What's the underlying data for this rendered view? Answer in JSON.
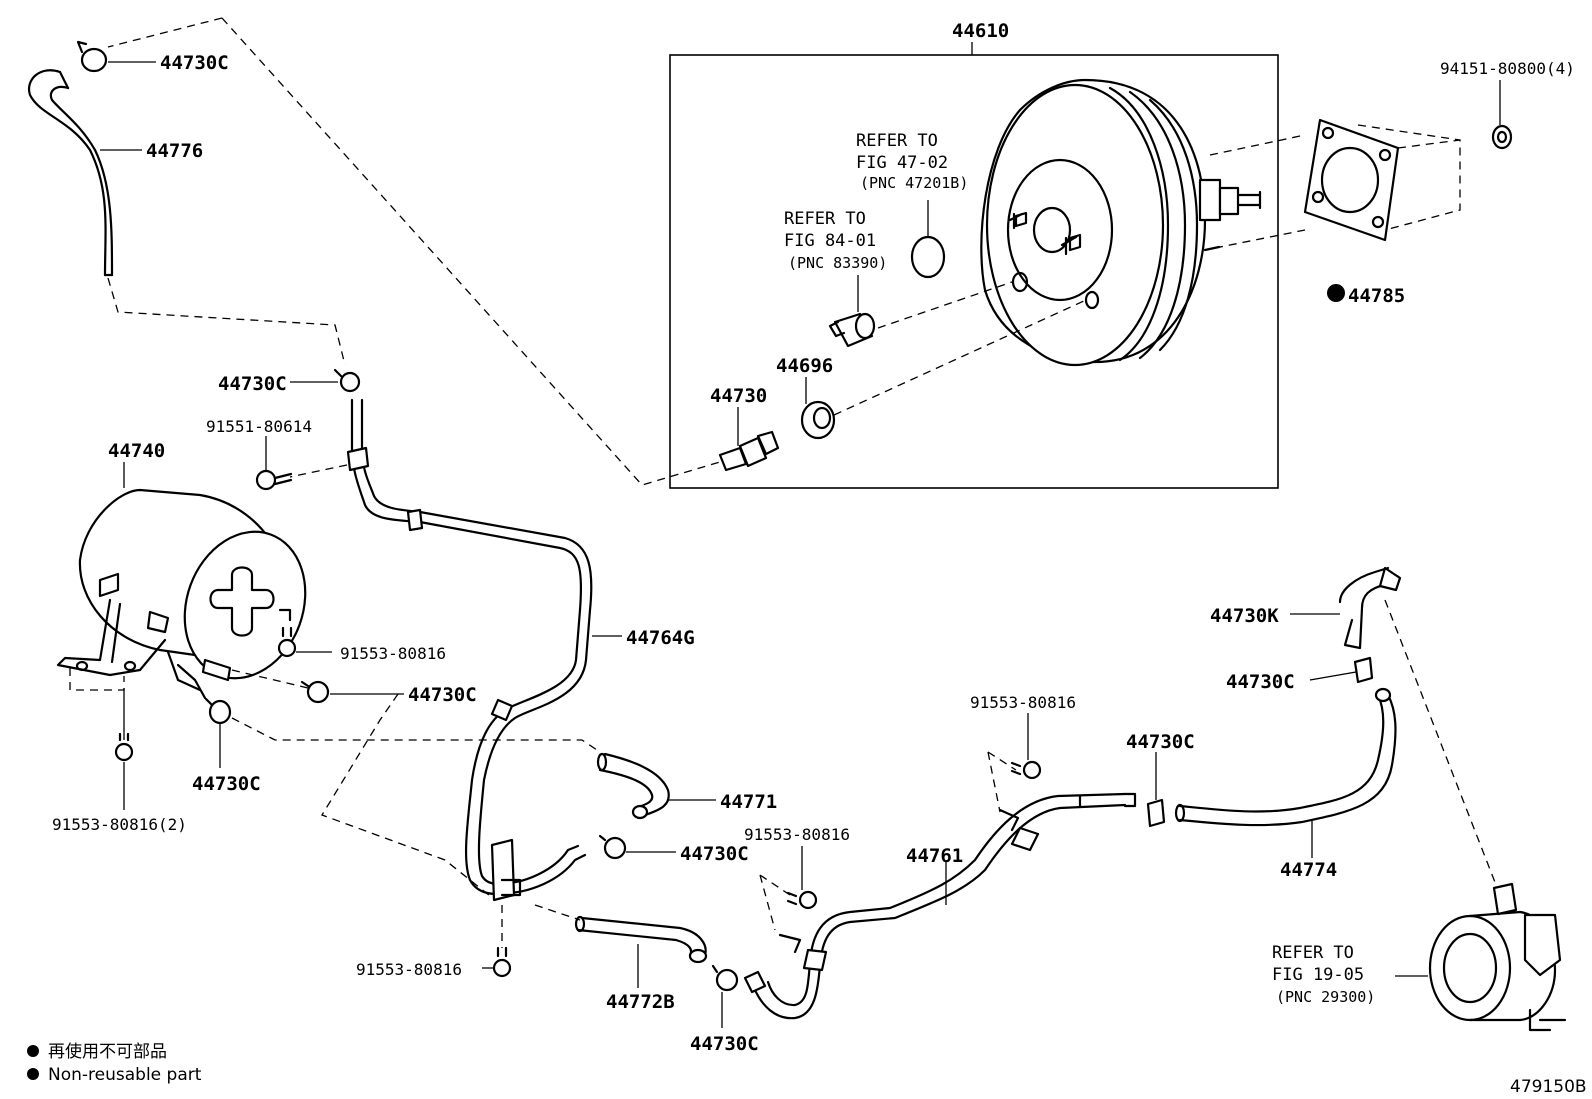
{
  "labels": {
    "p44730c_a": "44730C",
    "p44776": "44776",
    "p44730c_b": "44730C",
    "p91551": "91551-80614",
    "p44740": "44740",
    "p91553_a": "91553-80816",
    "p44730c_c": "44730C",
    "p44730c_d": "44730C",
    "p91553_2": "91553-80816(2)",
    "p44764g": "44764G",
    "p44771": "44771",
    "p44730c_e": "44730C",
    "p91553_b": "91553-80816",
    "p91553_c": "91553-80816",
    "p44772b": "44772B",
    "p44730c_f": "44730C",
    "p44761": "44761",
    "p91553_d": "91553-80816",
    "p44730c_g": "44730C",
    "p44774": "44774",
    "p44730k": "44730K",
    "p44730c_h": "44730C",
    "p44610": "44610",
    "p94151": "94151-80800(4)",
    "p44785": "44785",
    "p44696": "44696",
    "p44730": "44730"
  },
  "refs": {
    "ref1": {
      "line1": "REFER TO",
      "line2": "FIG 47-02",
      "line3": "(PNC 47201B)"
    },
    "ref2": {
      "line1": "REFER TO",
      "line2": "FIG 84-01",
      "line3": "(PNC 83390)"
    },
    "ref3": {
      "line1": "REFER TO",
      "line2": "FIG 19-05",
      "line3": "(PNC 29300)"
    }
  },
  "legend": {
    "line_jp": "再使用不可部品",
    "line_en": "Non-reusable part"
  },
  "figure_code": "479150B"
}
